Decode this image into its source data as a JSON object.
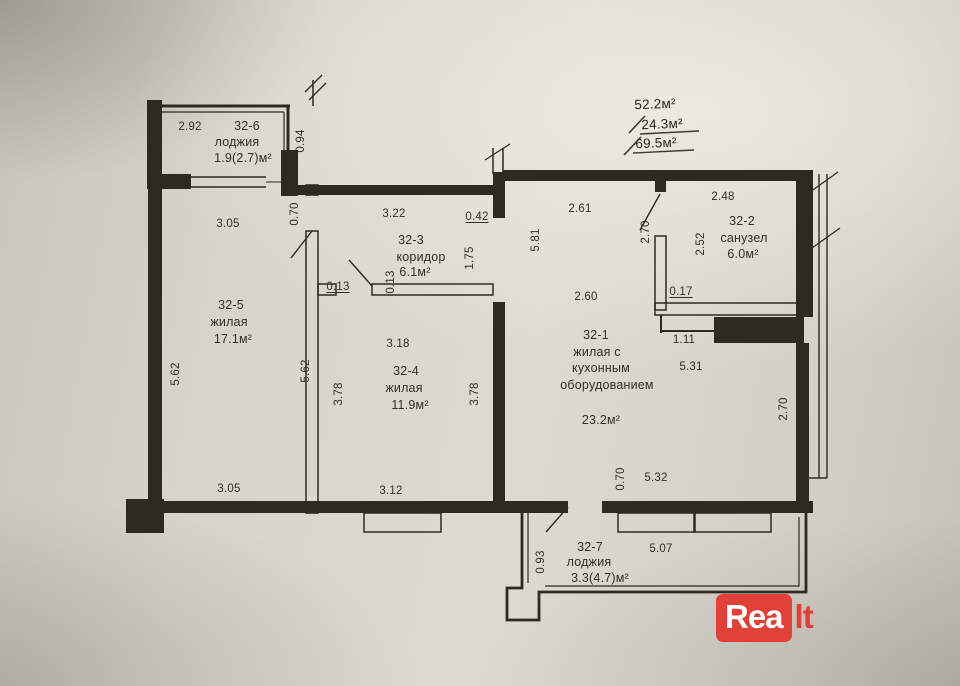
{
  "rooms": {
    "r32_6": {
      "id": "32-6",
      "name": "лоджия",
      "area": "1.9(2.7)м²"
    },
    "r32_5": {
      "id": "32-5",
      "name": "жилая",
      "area": "17.1м²"
    },
    "r32_3": {
      "id": "32-3",
      "name": "коридор",
      "area": "6.1м²"
    },
    "r32_4": {
      "id": "32-4",
      "name": "жилая",
      "area": "11.9м²"
    },
    "r32_1": {
      "id": "32-1",
      "name_line1": "жилая с",
      "name_line2": "кухонным",
      "name_line3": "оборудованием",
      "area": "23.2м²"
    },
    "r32_2": {
      "id": "32-2",
      "name": "санузел",
      "area": "6.0м²"
    },
    "r32_7": {
      "id": "32-7",
      "name": "лоджия",
      "area": "3.3(4.7)м²"
    }
  },
  "dimensions": {
    "l6_width": "2.92",
    "l6_depth": "0.94",
    "r5_top": "3.05",
    "r5_left": "5.62",
    "r5_right": "5.62",
    "r5_bottom": "3.05",
    "c3_door": "0.70",
    "c3_width": "3.22",
    "c3_stub": "0.42",
    "c3_depth": "1.75",
    "c3_wall_a": "0.13",
    "c3_wall_b": "0.13",
    "r4_top": "3.18",
    "r4_left": "3.78",
    "r4_right": "3.78",
    "r4_bottom": "3.12",
    "r1_top": "2.61",
    "r1_left": "5.81",
    "r1_inner": "2.60",
    "r1_stub": "0.17",
    "r1_nook": "1.11",
    "r1_width": "5.31",
    "r1_right": "2.70",
    "r1_door": "0.70",
    "r1_bottom": "5.32",
    "b2_width": "2.48",
    "b2_left": "2.70",
    "b2_height": "2.52",
    "l7_width": "5.07",
    "l7_depth": "0.93"
  },
  "annotations": {
    "total_area": "52.2м²",
    "living_area": "24.3м²",
    "extra_area": "69.5м²"
  },
  "watermark": {
    "box": "Rea",
    "tail": "lt"
  },
  "colors": {
    "paper": "#d6d2ca",
    "ink": "#2e2a23",
    "watermark_red": "#e04038"
  }
}
